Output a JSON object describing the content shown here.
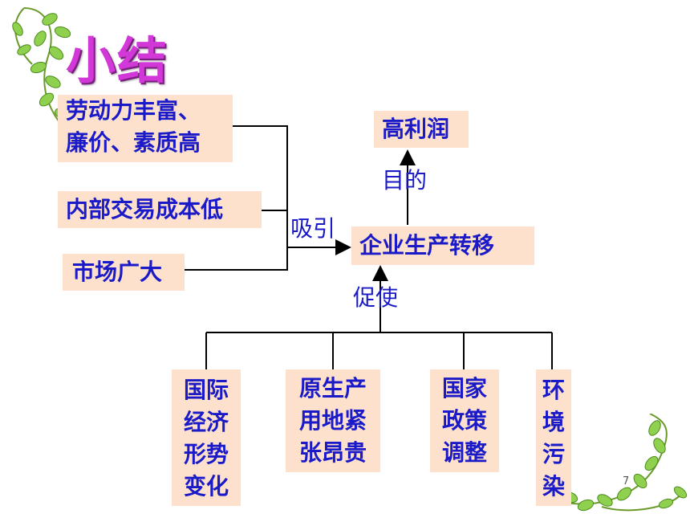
{
  "title": "小结",
  "page_number": "7",
  "factors": {
    "labor": [
      "劳动力丰富、",
      "廉价、素质高"
    ],
    "internal_trade": "内部交易成本低",
    "market": "市场广大"
  },
  "center": "企业生产转移",
  "goal": "高利润",
  "labels": {
    "attract": "吸引",
    "purpose": "目的",
    "promote": "促使"
  },
  "drivers": [
    {
      "lines": [
        "国际",
        "经济",
        "形势",
        "变化"
      ]
    },
    {
      "lines": [
        "原生产",
        "用地紧",
        "张昂贵"
      ]
    },
    {
      "lines": [
        "国家",
        "政策",
        "调整"
      ]
    },
    {
      "lines": [
        "环",
        "境",
        "污",
        "染"
      ]
    }
  ],
  "colors": {
    "box_fill": "#fde1cc",
    "text": "#1a1ac8",
    "title": "#d238d8",
    "leaf": "#8fd14f"
  }
}
